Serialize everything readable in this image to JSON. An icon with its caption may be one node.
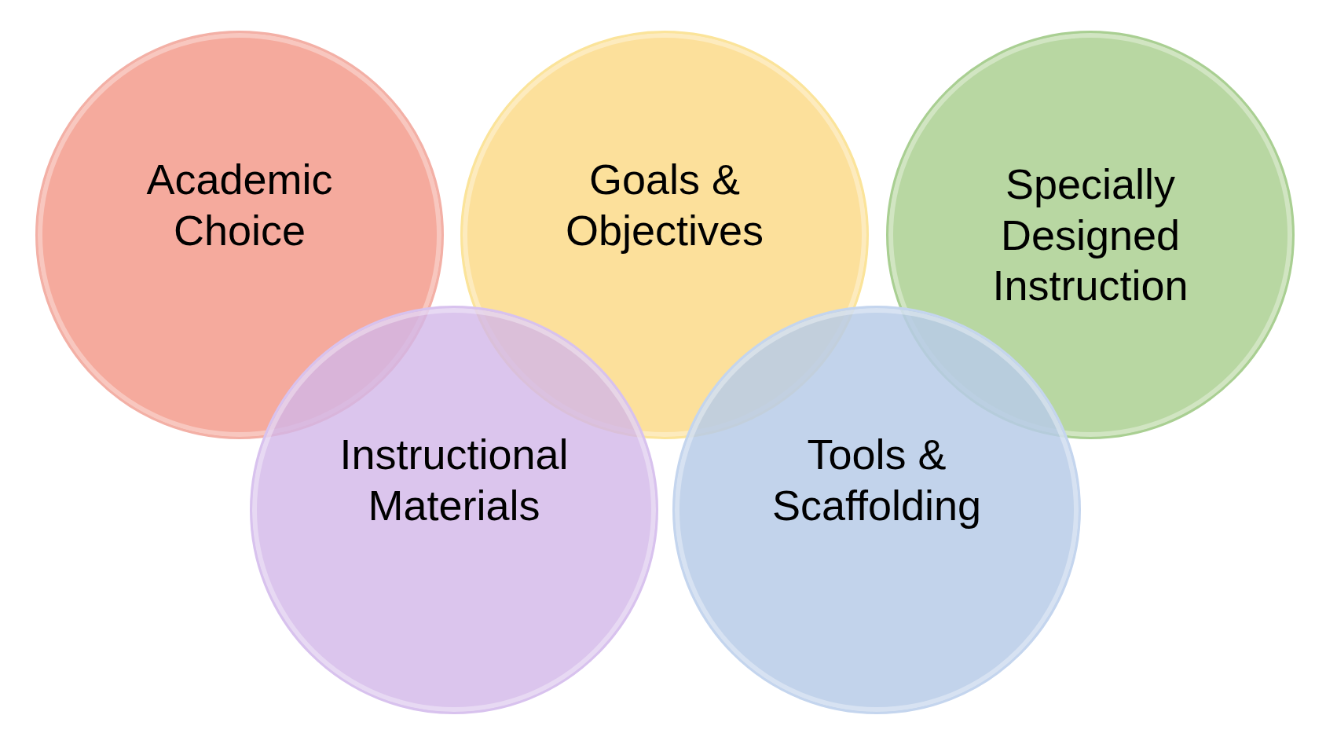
{
  "diagram": {
    "nodes": [
      {
        "text": [
          "Academic Choice"
        ]
      },
      {
        "text": [
          "Goals & Objectives"
        ]
      },
      {
        "text": [
          "Specially Designed Instruction"
        ]
      },
      {
        "text": [
          "Instructional Materials"
        ]
      },
      {
        "text": [
          "Tools & Scaffolding"
        ]
      }
    ]
  }
}
